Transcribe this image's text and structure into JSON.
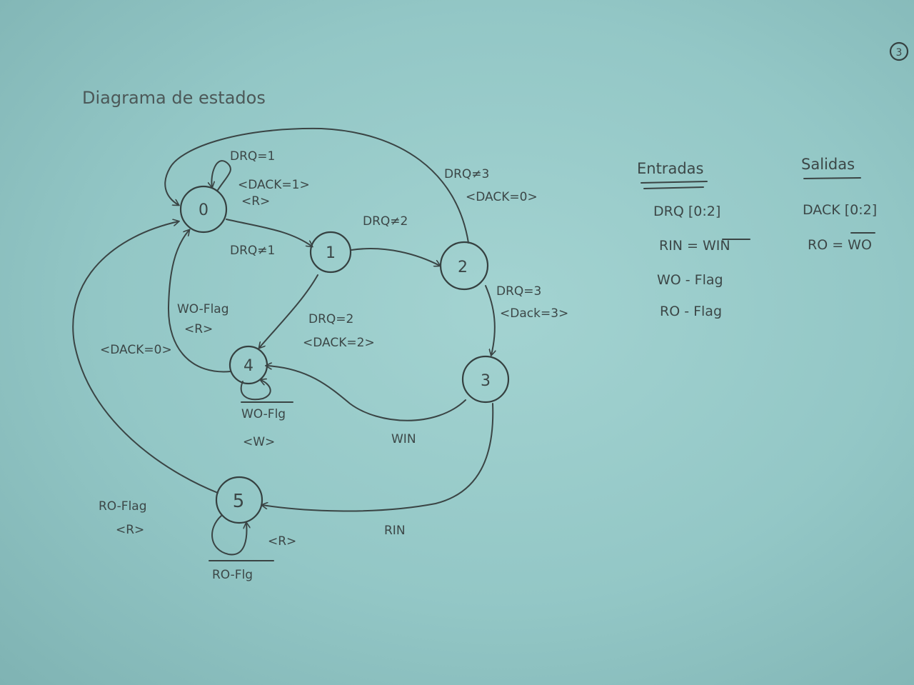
{
  "page_number": "3",
  "title": "Diagrama de estados",
  "states": [
    "0",
    "1",
    "2",
    "3",
    "4",
    "5"
  ],
  "transitions": {
    "s0_self": [
      "DRQ=1",
      "<DACK=1>",
      "<R>"
    ],
    "s0_to_1": "DRQ≠1",
    "s1_to_2": "DRQ≠2",
    "s2_to_0": [
      "DRQ≠3",
      "<DACK=0>"
    ],
    "s2_to_3": [
      "DRQ=3",
      "<Dack=3>"
    ],
    "s1_to_4": [
      "DRQ=2",
      "<DACK=2>"
    ],
    "s4_to_0": [
      "WO-Flag",
      "<R>"
    ],
    "s4_self": [
      "WO-Flg",
      "<W>"
    ],
    "s3_to_4": "WIN",
    "s3_to_5": "RIN",
    "s5_to_0": [
      "RO-Flag",
      "<R>",
      "<DACK=0>"
    ],
    "s5_self": [
      "<R>",
      "RO-Flg"
    ]
  },
  "entradas": {
    "heading": "Entradas",
    "items": [
      "DRQ [0:2]",
      "RIN = WIN",
      "WO - Flag",
      "RO - Flag"
    ]
  },
  "salidas": {
    "heading": "Salidas",
    "items": [
      "DACK [0:2]",
      "RO = WO"
    ]
  }
}
